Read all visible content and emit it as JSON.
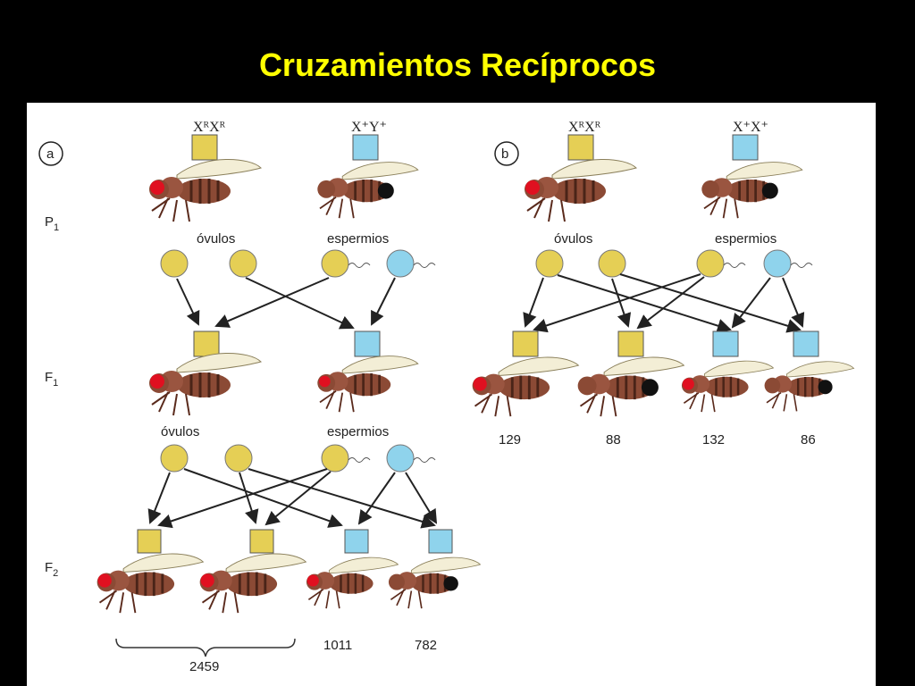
{
  "title": "Cruzamientos Recíprocos",
  "colors": {
    "title": "#ffff00",
    "female": "#e5cf55",
    "male": "#8fd3ec",
    "eye_red": "#e01020",
    "body": "#8b4a35"
  },
  "panel_a": {
    "label": "a",
    "parents": {
      "female_genotype": "XᴿXᴿ",
      "male_genotype": "X⁺Y⁺"
    },
    "generations": {
      "p1": "P",
      "p1_sub": "1",
      "f1": "F",
      "f1_sub": "1",
      "f2": "F",
      "f2_sub": "2"
    },
    "gametes_p1": {
      "female": "óvulos",
      "male": "espermios"
    },
    "gametes_f1": {
      "female": "óvulos",
      "male": "espermios"
    },
    "counts": {
      "bracket_total": "2459",
      "c3": "1011",
      "c4": "782"
    }
  },
  "panel_b": {
    "label": "b",
    "parents": {
      "female_genotype": "XᴿXᴿ",
      "male_genotype": "X⁺X⁺"
    },
    "gametes": {
      "female": "óvulos",
      "male": "espermios"
    },
    "counts": [
      "129",
      "88",
      "132",
      "86"
    ]
  }
}
